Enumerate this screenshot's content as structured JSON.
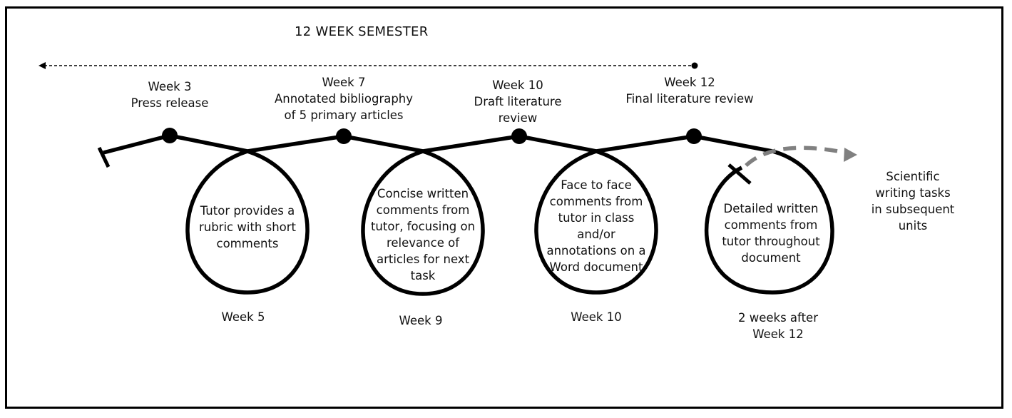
{
  "title": "12 WEEK SEMESTER",
  "milestones": [
    {
      "week": "Week 3",
      "lines": [
        "Press release"
      ]
    },
    {
      "week": "Week 7",
      "lines": [
        "Annotated bibliography",
        "of 5 primary articles"
      ]
    },
    {
      "week": "Week 10",
      "lines": [
        "Draft literature",
        "review"
      ]
    },
    {
      "week": "Week 12",
      "lines": [
        "Final literature review"
      ]
    }
  ],
  "feedback_loops": [
    {
      "lines": [
        "Tutor provides a",
        "rubric with short",
        "comments"
      ],
      "timing": [
        "Week 5"
      ]
    },
    {
      "lines": [
        "Concise written",
        "comments from",
        "tutor, focusing on",
        "relevance of",
        "articles for next",
        "task"
      ],
      "timing": [
        "Week 9"
      ]
    },
    {
      "lines": [
        "Face to face",
        "comments from",
        "tutor in class",
        "and/or",
        "annotations on a",
        "Word document"
      ],
      "timing": [
        "Week 10"
      ]
    },
    {
      "lines": [
        "Detailed written",
        "comments from",
        "tutor throughout",
        "document"
      ],
      "timing": [
        "2 weeks after",
        "Week 12"
      ]
    }
  ],
  "future": [
    "Scientific",
    "writing tasks",
    "in subsequent",
    "units"
  ],
  "colors": {
    "line": "#000000",
    "dashed_arrow": "#808080",
    "text": "#111111"
  }
}
